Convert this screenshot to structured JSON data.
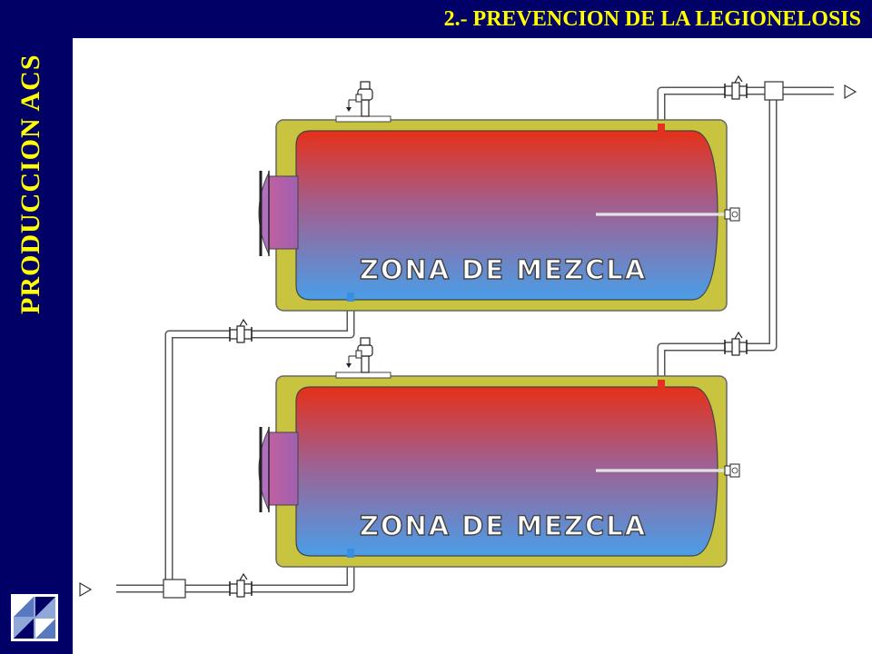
{
  "header": {
    "title": "2.- PREVENCION DE LA LEGIONELOSIS"
  },
  "sidebar": {
    "title": "PRODUCCION ACS"
  },
  "diagram": {
    "tanks": [
      {
        "label": "ZONA DE MEZCLA"
      },
      {
        "label": "ZONA DE MEZCLA"
      }
    ]
  },
  "colors": {
    "navy": "#000066",
    "yellow": "#ffff00",
    "jacket": "#c8c440",
    "hot": "#e53020",
    "cold": "#4a9ee8"
  }
}
